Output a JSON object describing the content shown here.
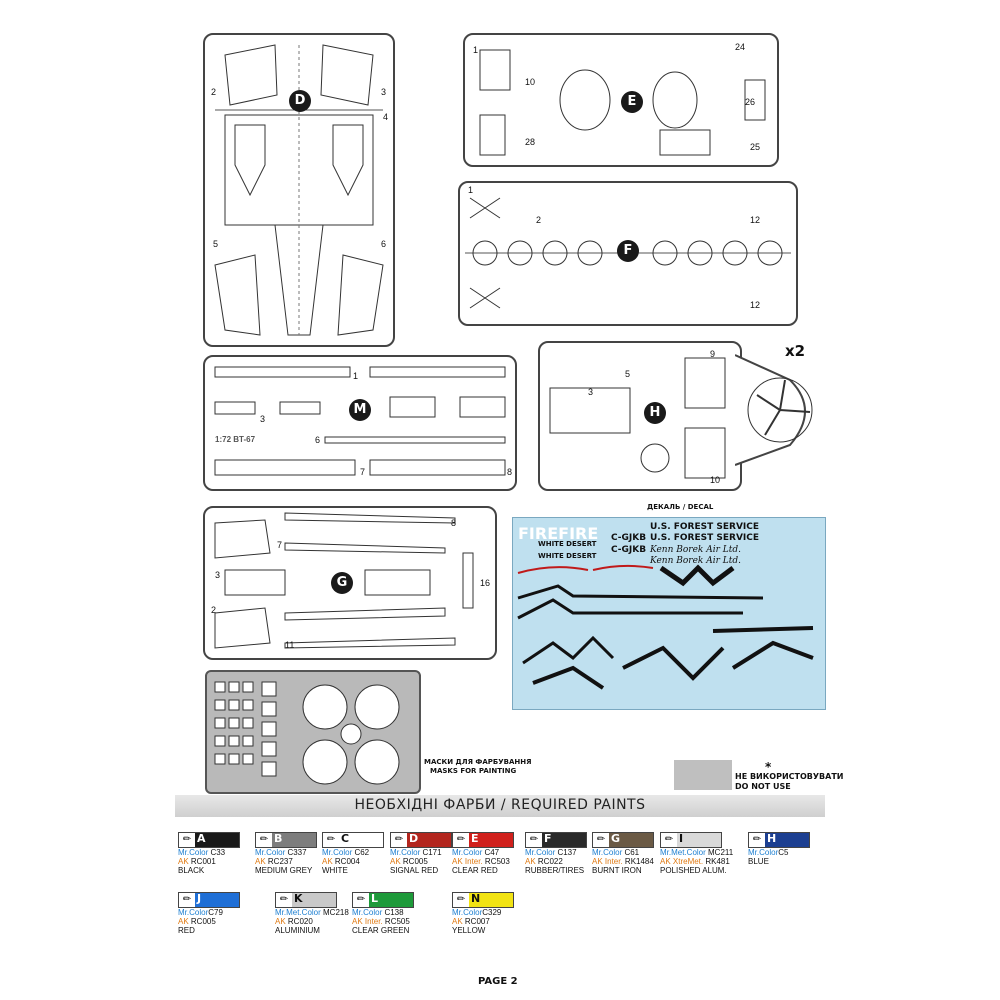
{
  "sprue_labels": {
    "d": "D",
    "e": "E",
    "f": "F",
    "m": "M",
    "h": "H",
    "g": "G"
  },
  "sprue_m_text": "1:72 BT-67",
  "sprue_h_multiplier": "x2",
  "decal_header": "ДЕКАЛЬ / DECAL",
  "decal_texts": {
    "firefire": "FIREFIRE",
    "usfs1": "U.S. FOREST SERVICE",
    "usfs2": "U.S. FOREST SERVICE",
    "white_desert1": "WHITE DESERT",
    "white_desert2": "WHITE DESERT",
    "reg1": "C-GJKB",
    "reg2": "C-GJKB",
    "kenn1": "Kenn Borek Air Ltd.",
    "kenn2": "Kenn Borek Air Ltd."
  },
  "mask_label_ua": "МАСКИ ДЛЯ ФАРБУВАННЯ",
  "mask_label_en": "MASKS FOR PAINTING",
  "donot": {
    "star": "*",
    "ua": "НЕ ВИКОРИСТОВУВАТИ",
    "en": "DO NOT USE"
  },
  "paints_title": "НЕОБХІДНІ ФАРБИ / REQUIRED PAINTS",
  "paints": [
    {
      "code": "A",
      "color": "#1a1a1a",
      "l1b": "Mr.Color",
      "l1": " C33",
      "l2b": "AK",
      "l2": " RC001",
      "l3": "BLACK"
    },
    {
      "code": "B",
      "color": "#7d7d7d",
      "l1b": "Mr.Color",
      "l1": " C337",
      "l2b": "AK",
      "l2": " RC237",
      "l3": "MEDIUM GREY"
    },
    {
      "code": "C",
      "color": "#ffffff",
      "l1b": "Mr.Color",
      "l1": " C62",
      "l2b": "AK",
      "l2": " RC004",
      "l3": "WHITE"
    },
    {
      "code": "D",
      "color": "#b3261e",
      "l1b": "Mr.Color",
      "l1": " C171",
      "l2b": "AK",
      "l2": " RC005",
      "l3": "SIGNAL RED"
    },
    {
      "code": "E",
      "color": "#d0201c",
      "l1b": "Mr.Color",
      "l1": " C47",
      "l2b": "AK Inter.",
      "l2": " RC503",
      "l3": "CLEAR RED"
    },
    {
      "code": "F",
      "color": "#2a2a2a",
      "l1b": "Mr.Color",
      "l1": " C137",
      "l2b": "AK",
      "l2": " RC022",
      "l3": "RUBBER/TIRES"
    },
    {
      "code": "G",
      "color": "#6b5a45",
      "l1b": "Mr.Color",
      "l1": " C61",
      "l2b": "AK Inter.",
      "l2": " RK1484",
      "l3": "BURNT IRON"
    },
    {
      "code": "I",
      "color": "#d9d9d9",
      "l1b": "Mr.Met.Color",
      "l1": " MC211",
      "l2b": "AK XtreMet.",
      "l2": " RK481",
      "l3": "POLISHED ALUM."
    },
    {
      "code": "H",
      "color": "#1c3f91",
      "l1b": "Mr.Color",
      "l1": "C5",
      "l2b": "",
      "l2": "",
      "l3": "BLUE"
    },
    {
      "code": "J",
      "color": "#1f6fd6",
      "l1b": "Mr.Color",
      "l1": "C79",
      "l2b": "AK",
      "l2": " RC005",
      "l3": "RED"
    },
    {
      "code": "K",
      "color": "#c9c9c9",
      "l1b": "Mr.Met.Color",
      "l1": " MC218",
      "l2b": "AK",
      "l2": " RC020",
      "l3": "ALUMINIUM"
    },
    {
      "code": "L",
      "color": "#1e9a3a",
      "l1b": "Mr.Color",
      "l1": " C138",
      "l2b": "AK Inter.",
      "l2": " RC505",
      "l3": "CLEAR GREEN"
    },
    {
      "code": "N",
      "color": "#f2e313",
      "l1b": "Mr.Color",
      "l1": "C329",
      "l2b": "AK",
      "l2": " RC007",
      "l3": "YELLOW"
    }
  ],
  "page": "PAGE 2"
}
